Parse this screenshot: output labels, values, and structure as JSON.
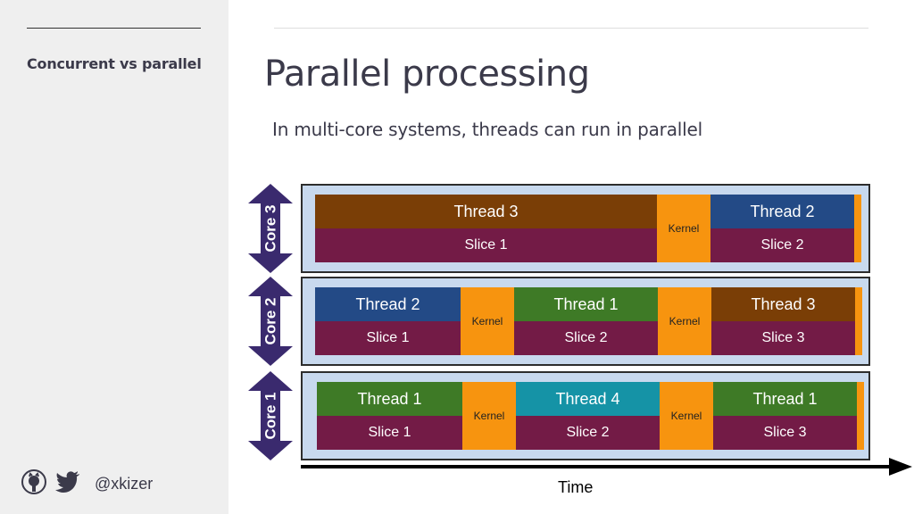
{
  "sidebar": {
    "section_title": "Concurrent vs parallel",
    "handle": "@xkizer"
  },
  "slide": {
    "title": "Parallel processing",
    "subtitle": "In multi-core systems, threads can run in parallel"
  },
  "colors": {
    "thread_1": "#3e7a26",
    "thread_2": "#234a86",
    "thread_3": "#7a3e06",
    "thread_4": "#1593a6",
    "slice": "#731b46",
    "kernel": "#f7940f",
    "core_arrow": "#3a2a6e",
    "core_box": "#c8d9ee"
  },
  "cores": [
    {
      "label": "Core 3",
      "segments": [
        {
          "type": "thread",
          "thread": "Thread 3",
          "slice": "Slice 1",
          "color_key": "thread_3"
        },
        {
          "type": "kernel",
          "label": "Kernel"
        },
        {
          "type": "thread",
          "thread": "Thread 2",
          "slice": "Slice 2",
          "color_key": "thread_2"
        }
      ]
    },
    {
      "label": "Core 2",
      "segments": [
        {
          "type": "thread",
          "thread": "Thread 2",
          "slice": "Slice 1",
          "color_key": "thread_2"
        },
        {
          "type": "kernel",
          "label": "Kernel"
        },
        {
          "type": "thread",
          "thread": "Thread 1",
          "slice": "Slice 2",
          "color_key": "thread_1"
        },
        {
          "type": "kernel",
          "label": "Kernel"
        },
        {
          "type": "thread",
          "thread": "Thread 3",
          "slice": "Slice 3",
          "color_key": "thread_3"
        }
      ]
    },
    {
      "label": "Core 1",
      "segments": [
        {
          "type": "thread",
          "thread": "Thread 1",
          "slice": "Slice 1",
          "color_key": "thread_1"
        },
        {
          "type": "kernel",
          "label": "Kernel"
        },
        {
          "type": "thread",
          "thread": "Thread 4",
          "slice": "Slice 2",
          "color_key": "thread_4"
        },
        {
          "type": "kernel",
          "label": "Kernel"
        },
        {
          "type": "thread",
          "thread": "Thread 1",
          "slice": "Slice 3",
          "color_key": "thread_1"
        }
      ]
    }
  ],
  "time_axis": {
    "label": "Time"
  }
}
